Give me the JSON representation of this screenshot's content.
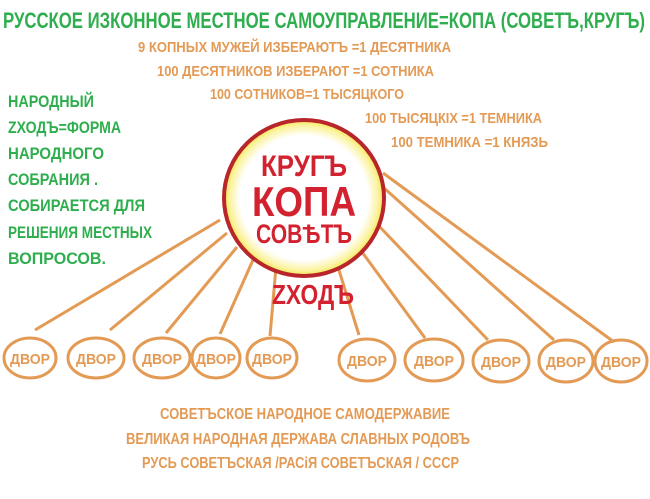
{
  "title": "РУССКОЕ ИЗКОННОЕ МЕСТНОЕ САМОУПРАВЛЕНИЕ=КОПА (СОВЕТЪ,КРУГЪ)",
  "hierarchy": [
    "9 КОПНЫХ МУЖЕЙ ИЗБЕРАЮТЪ =1 ДЕСЯТНИКА",
    "100 ДЕСЯТНИКОВ ИЗБЕРАЮТ =1 СОТНИКА",
    "100 СОТНИКОВ=1 ТЫСЯЦКОГО",
    "100 ТЫСЯЦКIХ =1 ТЕМНИКА",
    "100 ТЕМНИКА =1 КНЯЗЬ"
  ],
  "side_note": [
    "НАРОДНЫЙ",
    "ZХОДЪ=ФОРМА",
    "НАРОДНОГО",
    "СОБРАНИЯ .",
    "СОБИРАЕТСЯ ДЛЯ",
    "РЕШЕНИЯ МЕСТНЫХ",
    "ВОПРОСОВ."
  ],
  "center": {
    "line1": "КРУГЪ",
    "line2": "КОПА",
    "line3": "СОВѢТЪ"
  },
  "assembly_label": "ZХОДЪ",
  "nodes": [
    "ДВОР",
    "ДВОР",
    "ДВОР",
    "ДВОР",
    "ДВОР",
    "ДВОР",
    "ДВОР",
    "ДВОР",
    "ДВОР",
    "ДВОР"
  ],
  "footer": [
    "СОВЕТЪСКОЕ НАРОДНОЕ САМОДЕРЖАВИЕ",
    "ВЕЛИКАЯ НАРОДНАЯ ДЕРЖАВА СЛАВНЫХ РОДОВЪ",
    "РУСЬ СОВЕТЪСКАЯ /РАСiЯ СОВЕТЪСКАЯ / СССР"
  ],
  "colors": {
    "green": "#2fae4e",
    "orange": "#e39a55",
    "red": "#d3222f",
    "ring": "#b8262c",
    "glow": "#f4e64a"
  }
}
